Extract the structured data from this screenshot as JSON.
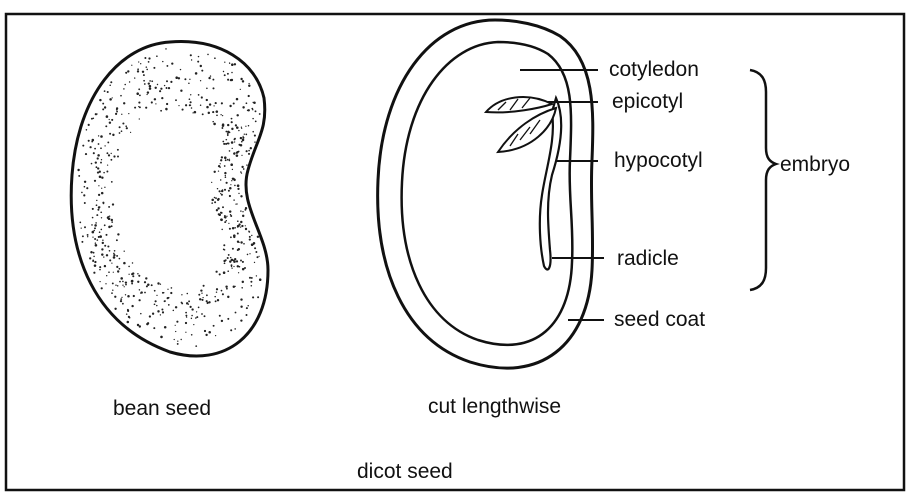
{
  "diagram": {
    "title": "dicot seed",
    "captions": {
      "whole": "bean seed",
      "cut": "cut lengthwise"
    },
    "parts": {
      "cotyledon": "cotyledon",
      "epicotyl": "epicotyl",
      "hypocotyl": "hypocotyl",
      "radicle": "radicle",
      "seed_coat": "seed coat"
    },
    "group_label": "embryo"
  }
}
